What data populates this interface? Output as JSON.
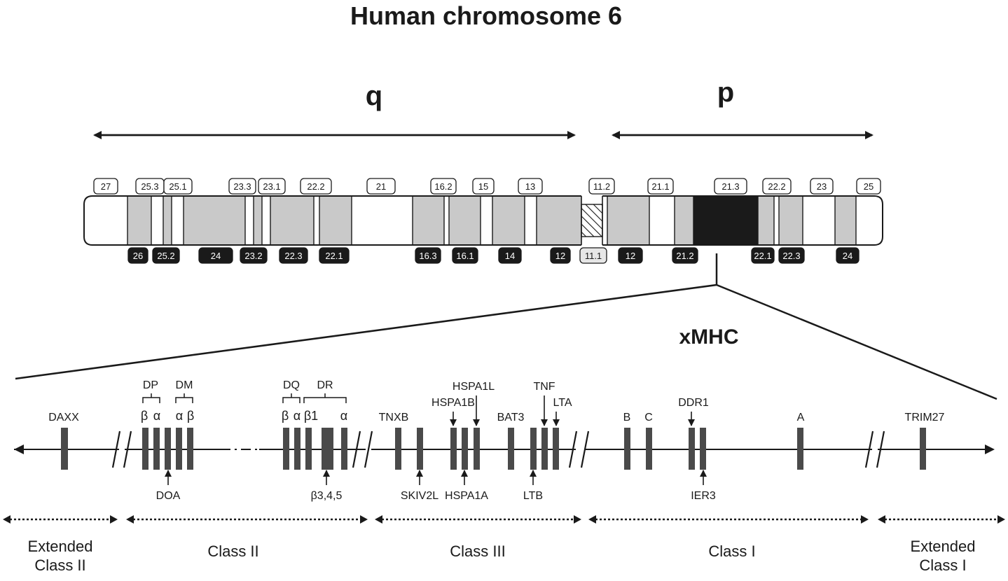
{
  "title": "Human chromosome 6",
  "arms": {
    "q": "q",
    "p": "p"
  },
  "region_label": "xMHC",
  "colors": {
    "ink": "#1a1a1a",
    "band_gray": "#c9c9c9",
    "band_black": "#1a1a1a",
    "gene_bar": "#4a4a4a",
    "light_label": "#e6e6e6"
  },
  "bands_top": [
    "27",
    "25.3",
    "25.1",
    "23.3",
    "23.1",
    "22.2",
    "21",
    "16.2",
    "15",
    "13",
    "11.2",
    "21.1",
    "21.3",
    "22.2",
    "23",
    "25"
  ],
  "bands_bottom": [
    "26",
    "25.2",
    "24",
    "23.2",
    "22.3",
    "22.1",
    "16.3",
    "16.1",
    "14",
    "12",
    "11.1",
    "12",
    "21.2",
    "22.1",
    "22.3",
    "24"
  ],
  "gene_labels": {
    "daxx": "DAXX",
    "dp": "DP",
    "dm": "DM",
    "dq": "DQ",
    "dr": "DR",
    "beta": "β",
    "alpha": "α",
    "beta1": "β1",
    "doa": "DOA",
    "beta345": "β3,4,5",
    "tnxb": "TNXB",
    "skiv2l": "SKIV2L",
    "hspa1b": "HSPA1B",
    "hspa1l": "HSPA1L",
    "hspa1a": "HSPA1A",
    "bat3": "BAT3",
    "tnf": "TNF",
    "lta": "LTA",
    "ltb": "LTB",
    "b": "B",
    "c": "C",
    "ddr1": "DDR1",
    "ier3": "IER3",
    "a": "A",
    "trim27": "TRIM27"
  },
  "regions": [
    {
      "line1": "Extended",
      "line2": "Class II"
    },
    {
      "line1": "Class II",
      "line2": ""
    },
    {
      "line1": "Class III",
      "line2": ""
    },
    {
      "line1": "Class I",
      "line2": ""
    },
    {
      "line1": "Extended",
      "line2": "Class I"
    }
  ]
}
